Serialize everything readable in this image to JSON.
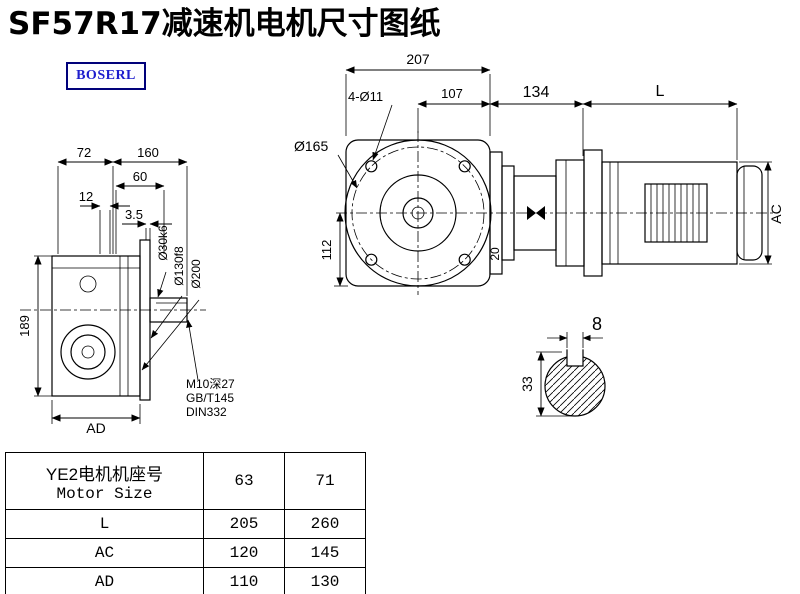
{
  "title": "SF57R17减速机电机尺寸图纸",
  "logo": {
    "text": "BOSERL"
  },
  "colors": {
    "logo_text": "#1c1ccd",
    "logo_border": "#00007a",
    "line": "#000000"
  },
  "front_view": {
    "dim_72": "72",
    "dim_160": "160",
    "dim_60": "60",
    "dim_12": "12",
    "dim_3_5": "3.5",
    "dim_189": "189",
    "dim_ad": "AD",
    "dia_shaft": "Ø30k6",
    "dia_spigot": "Ø130f8",
    "dia_flange": "Ø200",
    "note_m10": "M10深27",
    "note_gb": "GB/T145",
    "note_din": "DIN332"
  },
  "side_view": {
    "dim_207": "207",
    "dim_107": "107",
    "dim_134": "134",
    "dim_l": "L",
    "holes": "4-Ø11",
    "dia_circle": "Ø165",
    "dim_112": "112",
    "dim_20": "20",
    "dim_ac": "AC"
  },
  "section": {
    "dim_8": "8",
    "dim_33": "33"
  },
  "table": {
    "header_cn": "YE2电机机座号",
    "header_en": "Motor Size",
    "columns": [
      "63",
      "71"
    ],
    "rows": [
      {
        "label": "L",
        "values": [
          "205",
          "260"
        ]
      },
      {
        "label": "AC",
        "values": [
          "120",
          "145"
        ]
      },
      {
        "label": "AD",
        "values": [
          "110",
          "130"
        ]
      }
    ]
  }
}
